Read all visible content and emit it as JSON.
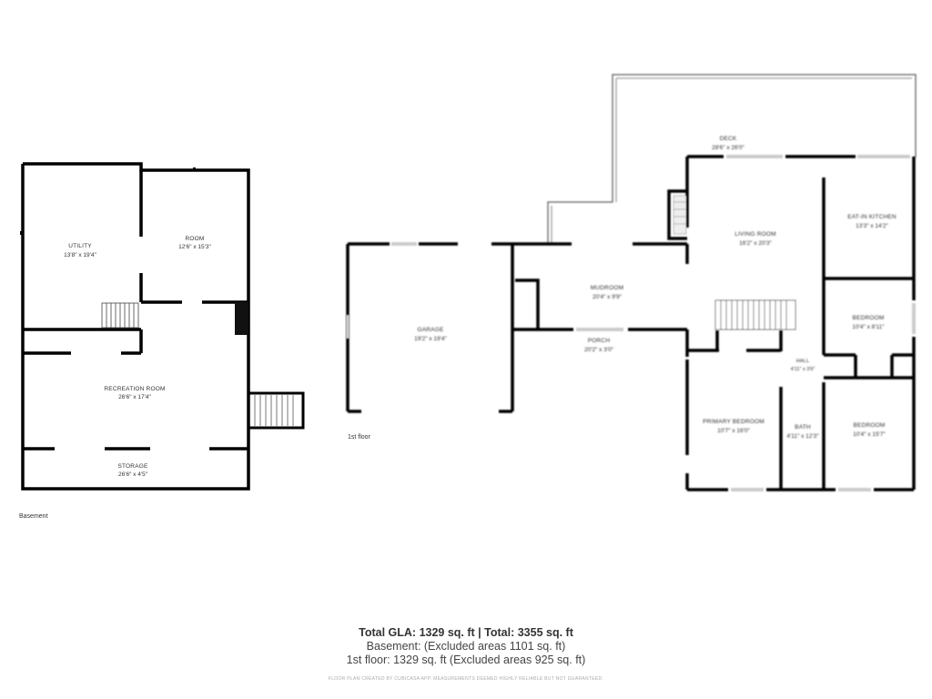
{
  "floors": {
    "basement": {
      "label": "Basement",
      "rooms": [
        {
          "id": "utility",
          "name": "UTILITY",
          "dims": "13'8\" x 19'4\""
        },
        {
          "id": "room",
          "name": "ROOM",
          "dims": "12'6\" x 15'3\""
        },
        {
          "id": "recreation",
          "name": "RECREATION ROOM",
          "dims": "26'6\" x 17'4\""
        },
        {
          "id": "storage",
          "name": "STORAGE",
          "dims": "26'6\" x 4'5\""
        }
      ]
    },
    "first": {
      "label": "1st floor",
      "rooms": [
        {
          "id": "garage",
          "name": "GARAGE",
          "dims": "19'2\" x 19'4\""
        },
        {
          "id": "mudroom",
          "name": "MUDROOM",
          "dims": "20'4\" x 9'9\""
        },
        {
          "id": "porch",
          "name": "PORCH",
          "dims": "20'2\" x 3'0\""
        },
        {
          "id": "deck",
          "name": "DECK",
          "dims": "28'6\" x 26'0\""
        },
        {
          "id": "living",
          "name": "LIVING ROOM",
          "dims": "16'2\" x 20'3\""
        },
        {
          "id": "kitchen",
          "name": "EAT-IN KITCHEN",
          "dims": "13'3\" x 14'2\""
        },
        {
          "id": "bedroom1",
          "name": "BEDROOM",
          "dims": "10'4\" x 8'11\""
        },
        {
          "id": "hall",
          "name": "HALL",
          "dims": "4'11\" x 3'6\""
        },
        {
          "id": "primary",
          "name": "PRIMARY BEDROOM",
          "dims": "10'7\" x 16'0\""
        },
        {
          "id": "bath",
          "name": "BATH",
          "dims": "4'11\" x 12'3\""
        },
        {
          "id": "bedroom2",
          "name": "BEDROOM",
          "dims": "10'4\" x 15'7\""
        }
      ]
    }
  },
  "summary": {
    "total": "Total GLA: 1329 sq. ft | Total: 3355 sq. ft",
    "basement": "Basement: (Excluded areas 1101 sq. ft)",
    "first": "1st floor: 1329 sq. ft (Excluded areas 925 sq. ft)",
    "disclaimer": "FLOOR PLAN CREATED BY CUBICASA APP. MEASUREMENTS DEEMED HIGHLY RELIABLE BUT NOT GUARANTEED."
  }
}
